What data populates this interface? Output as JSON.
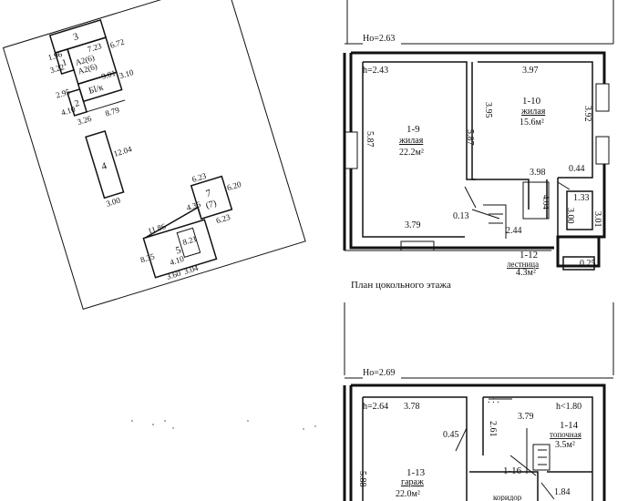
{
  "site_plan": {
    "b3": "3",
    "b1": "1",
    "b2": "2",
    "b_bl": "Бl/к",
    "b4": "4",
    "b5": "5",
    "b7": "7",
    "b7_sub": "(7)",
    "a2_1": "А2(6)",
    "a2_2": "А2(6)",
    "d_723": "7.23",
    "d_672": "6.72",
    "d_196": "1.96",
    "d_322": "3.22",
    "d_295": "2.95",
    "d_410": "4.10",
    "d_310": "3.10",
    "d_901": "9.01",
    "d_326": "3.26",
    "d_879": "8.79",
    "d_1204": "12.04",
    "d_300": "3.00",
    "d_623a": "6.23",
    "d_620": "6.20",
    "d_436": "4.36",
    "d_623b": "6.23",
    "d_1186": "11.86",
    "d_821": "8.21",
    "d_835": "8.35",
    "d_410b": "4.10",
    "d_360": "3.60",
    "d_304": "3.04"
  },
  "basement": {
    "ho": "Ho=2.63",
    "h": "h=2.43",
    "room_19_num": "1-9",
    "room_19_type": "жилая",
    "room_19_area": "22.2м²",
    "room_110_num": "1-10",
    "room_110_type": "жилая",
    "room_110_area": "15.6м²",
    "room_112_num": "1-12",
    "room_112_type": "лестница",
    "room_112_area": "4.3м²",
    "d_397": "3.97",
    "d_587a": "5.87",
    "d_587b": "5.87",
    "d_395": "3.95",
    "d_392": "3.92",
    "d_398": "3.98",
    "d_044": "0.44",
    "d_133": "1.33",
    "d_013": "0.13",
    "d_379": "3.79",
    "d_244": "2.44",
    "d_300": "3.00",
    "d_301": "3.01",
    "d_025": "0.25",
    "d_404": "4.04",
    "caption": "План цокольного этажа"
  },
  "ground": {
    "ho": "Ho=2.69",
    "h": "h=2.64",
    "d_378": "3.78",
    "d_045": "0.45",
    "d_261": "2.61",
    "d_379": "3.79",
    "h_low": "h<1.80",
    "room_114_num": "1-14",
    "room_114_type": "топочная",
    "room_114_area": "3.5м²",
    "room_113_num": "1-13",
    "room_113_type": "гараж",
    "room_113_area": "22.0м²",
    "room_116_num": "1-16",
    "room_116_type": "коридор",
    "d_588": "5.88",
    "d_184": "1.84"
  }
}
